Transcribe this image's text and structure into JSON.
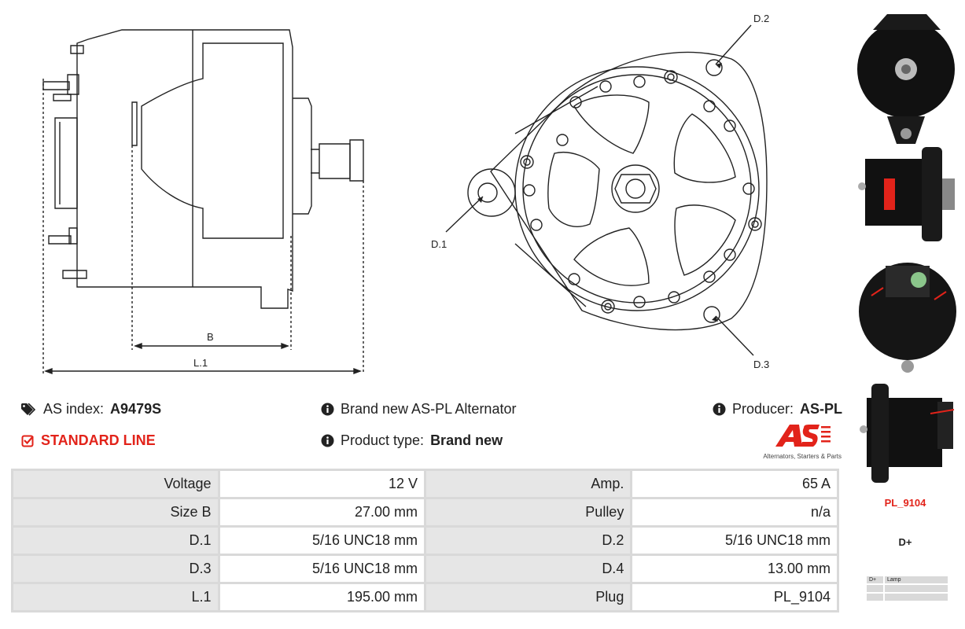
{
  "drawing": {
    "dim_b": "B",
    "dim_l1": "L.1",
    "d1": "D.1",
    "d2": "D.2",
    "d3": "D.3"
  },
  "info": {
    "as_index_label": "AS index:",
    "as_index_value": "A9479S",
    "standard_line": "STANDARD LINE",
    "description": "Brand new AS-PL Alternator",
    "product_type_label": "Product type:",
    "product_type_value": "Brand new",
    "producer_label": "Producer:",
    "producer_value": "AS-PL"
  },
  "logo": {
    "mark": "AS",
    "tagline": "Alternators, Starters & Parts"
  },
  "specs": [
    {
      "l1": "Voltage",
      "v1": "12 V",
      "l2": "Amp.",
      "v2": "65 A"
    },
    {
      "l1": "Size B",
      "v1": "27.00 mm",
      "l2": "Pulley",
      "v2": "n/a"
    },
    {
      "l1": "D.1",
      "v1": "5/16 UNC18 mm",
      "l2": "D.2",
      "v2": "5/16 UNC18 mm"
    },
    {
      "l1": "D.3",
      "v1": "5/16 UNC18 mm",
      "l2": "D.4",
      "v2": "13.00 mm"
    },
    {
      "l1": "L.1",
      "v1": "195.00 mm",
      "l2": "Plug",
      "v2": "PL_9104"
    }
  ],
  "plug": {
    "code": "PL_9104",
    "terminal": "D+",
    "table": [
      [
        "D+",
        "Lamp"
      ],
      [
        "",
        ""
      ],
      [
        "",
        ""
      ]
    ]
  },
  "colors": {
    "accent_red": "#e2231a",
    "label_cell": "#e6e6e6",
    "grid": "#d9d9d9"
  }
}
